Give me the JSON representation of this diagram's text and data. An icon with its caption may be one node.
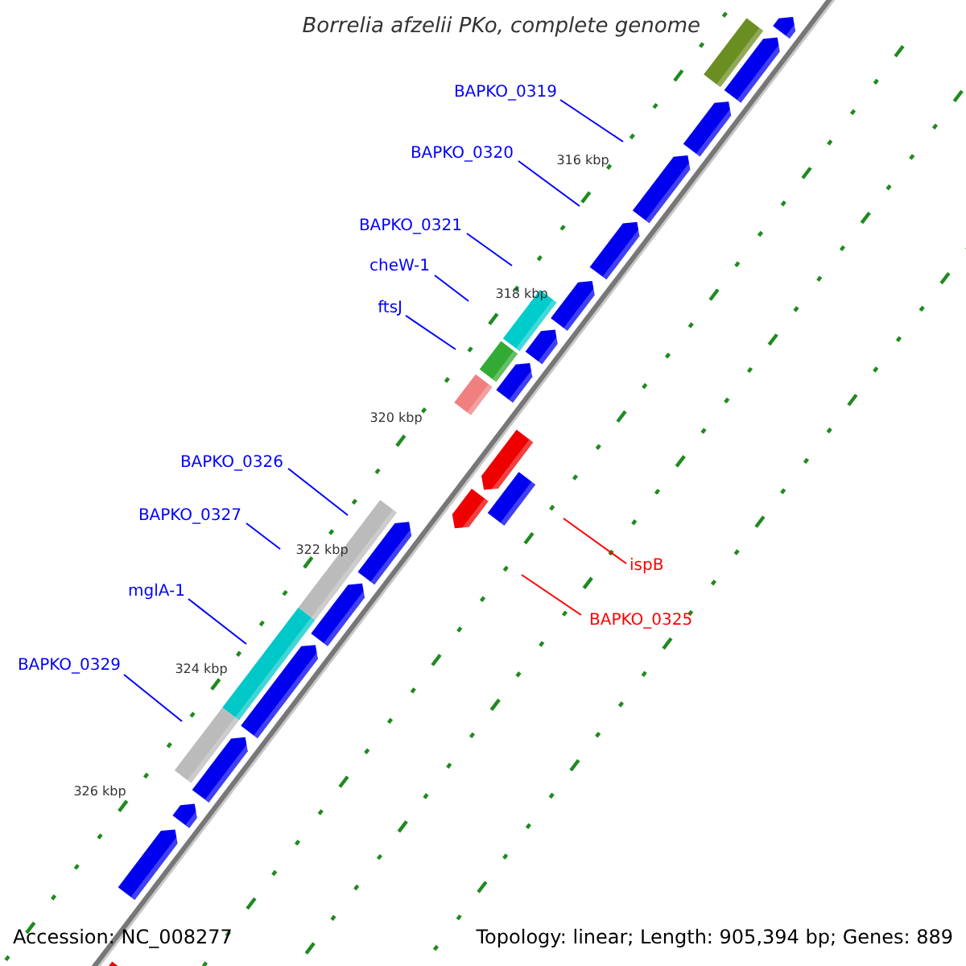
{
  "diagram": {
    "title": "Borrelia afzelii PKo, complete genome",
    "nodes": [
      {
        "text": [
          "BAPKO_0319"
        ]
      },
      {
        "text": [
          "BAPKO_0320"
        ]
      },
      {
        "text": [
          "BAPKO_0321"
        ]
      },
      {
        "text": [
          "cheW-1"
        ]
      },
      {
        "text": [
          "ftsJ"
        ]
      },
      {
        "text": [
          "BAPKO_0326"
        ]
      },
      {
        "text": [
          "BAPKO_0327"
        ]
      },
      {
        "text": [
          "ispB"
        ]
      },
      {
        "text": [
          "mglA-1"
        ]
      },
      {
        "text": [
          "BAPKO_0325"
        ]
      },
      {
        "text": [
          "BAPKO_0329"
        ]
      }
    ],
    "edges": [
      {
        "from": 0,
        "to": null,
        "arrow": "none"
      },
      {
        "from": 1,
        "to": null,
        "arrow": "none"
      },
      {
        "from": 2,
        "to": null,
        "arrow": "none"
      },
      {
        "from": 3,
        "to": null,
        "arrow": "none"
      },
      {
        "from": 4,
        "to": null,
        "arrow": "none"
      },
      {
        "from": 5,
        "to": null,
        "arrow": "none"
      },
      {
        "from": 6,
        "to": null,
        "arrow": "none"
      },
      {
        "from": 7,
        "to": null,
        "arrow": "none",
        "color": "#ff0000"
      },
      {
        "from": 8,
        "to": null,
        "arrow": "none"
      },
      {
        "from": 9,
        "to": null,
        "arrow": "none",
        "color": "#ff0000"
      },
      {
        "from": 10,
        "to": null,
        "arrow": "none"
      }
    ],
    "labels": [
      "316 kbp",
      "318 kbp",
      "320 kbp",
      "322 kbp",
      "324 kbp",
      "326 kbp",
      "Accession: NC_008277",
      "Topology: linear; Length: 905,394 bp; Genes: 889"
    ]
  }
}
